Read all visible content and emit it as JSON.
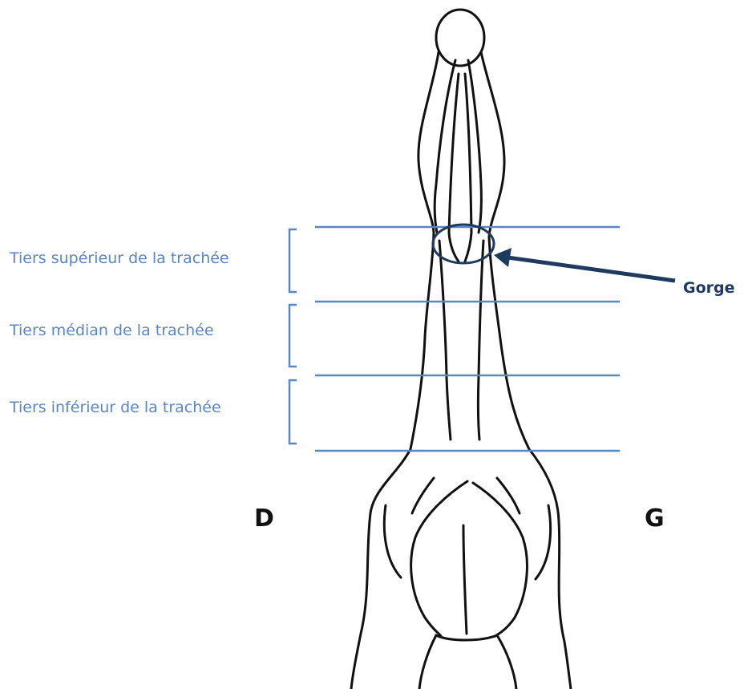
{
  "labels": {
    "upper_third": "Tiers supérieur de la trachée",
    "middle_third": "Tiers médian de la trachée",
    "lower_third": "Tiers inférieur de la trachée",
    "right_side": "D",
    "left_side": "G",
    "gorge": "Gorge"
  },
  "colors": {
    "guide_lines": "#5b86c4",
    "annotation": "#1f3a5f",
    "outline": "#111111"
  }
}
